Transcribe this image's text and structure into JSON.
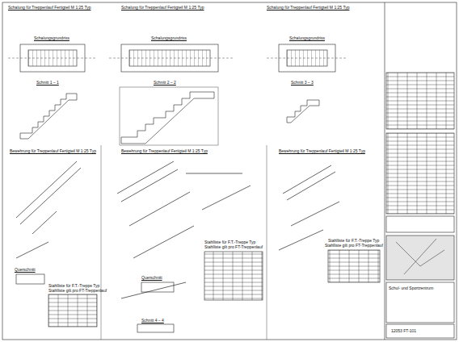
{
  "diagram": {
    "labels": [
      "Schalung für Treppenlauf Fertigteil M 1:25 Typ",
      "Schalung für Treppenlauf Fertigteil M 1:25 Typ",
      "Schalung für Treppenlauf Fertigteil M 1:25 Typ",
      "Schalungsgrundriss",
      "Schalungsgrundriss",
      "Schalungsgrundriss",
      "Schnitt 1 – 1",
      "Schnitt 2 – 2",
      "Schnitt 3 – 3",
      "Bewehrung für Treppenlauf Fertigteil M 1:25 Typ",
      "Bewehrung für Treppenlauf Fertigteil M 1:25 Typ",
      "Bewehrung für Treppenlauf Fertigteil M 1:25 Typ",
      "Querschnitt",
      "Querschnitt",
      "Schnitt 4 – 4",
      "Stahlliste für F.T.-Treppe Typ",
      "Stahlliste gilt pro FT-Treppenlauf",
      "Stahlliste für F.T.-Treppe Typ",
      "Stahlliste gilt pro FT-Treppenlauf",
      "Stahlliste für F.T.-Treppe Typ",
      "Stahlliste gilt pro FT-Treppenlauf",
      "Schul- und Sportzentrum",
      "12053 FT-101"
    ]
  }
}
